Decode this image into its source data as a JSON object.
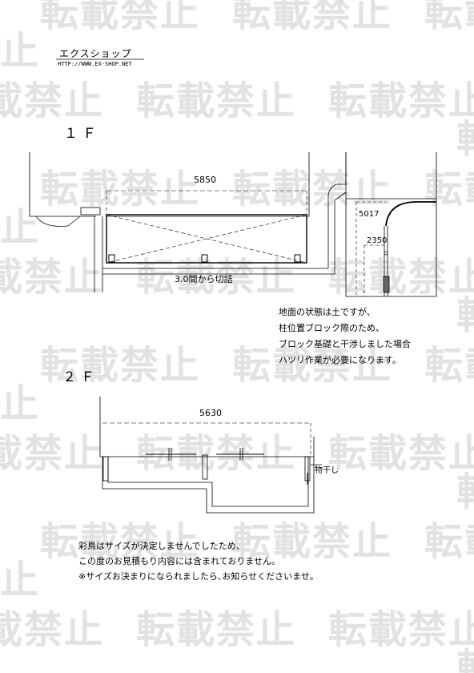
{
  "header": {
    "shop_name": "エクスショップ",
    "shop_url": "HTTP://WWW.EX-SHOP.NET"
  },
  "watermark": {
    "text": "転載禁止",
    "partial_right": "転",
    "partial_left": "止",
    "color": "#e2e2e2"
  },
  "floor1": {
    "label": "１Ｆ",
    "width_dim": "5850",
    "cut_note": "3.0間から切詰",
    "side_dim_1": "5017",
    "side_dim_2": "2350",
    "notes": [
      "地面の状態は土ですが、",
      "柱位置ブロック際のため、",
      "ブロック基礎と干渉しました場合",
      "ハツリ作業が必要になります。"
    ]
  },
  "floor2": {
    "label": "２Ｆ",
    "width_dim": "5630",
    "dry_label": "物干し",
    "notes": [
      "彩鳥はサイズが決定しませんでしたため、",
      "この度のお見積もり内容には含まれておりません。",
      "※サイズお決まりになられましたら､お知らせくださいませ。"
    ]
  }
}
